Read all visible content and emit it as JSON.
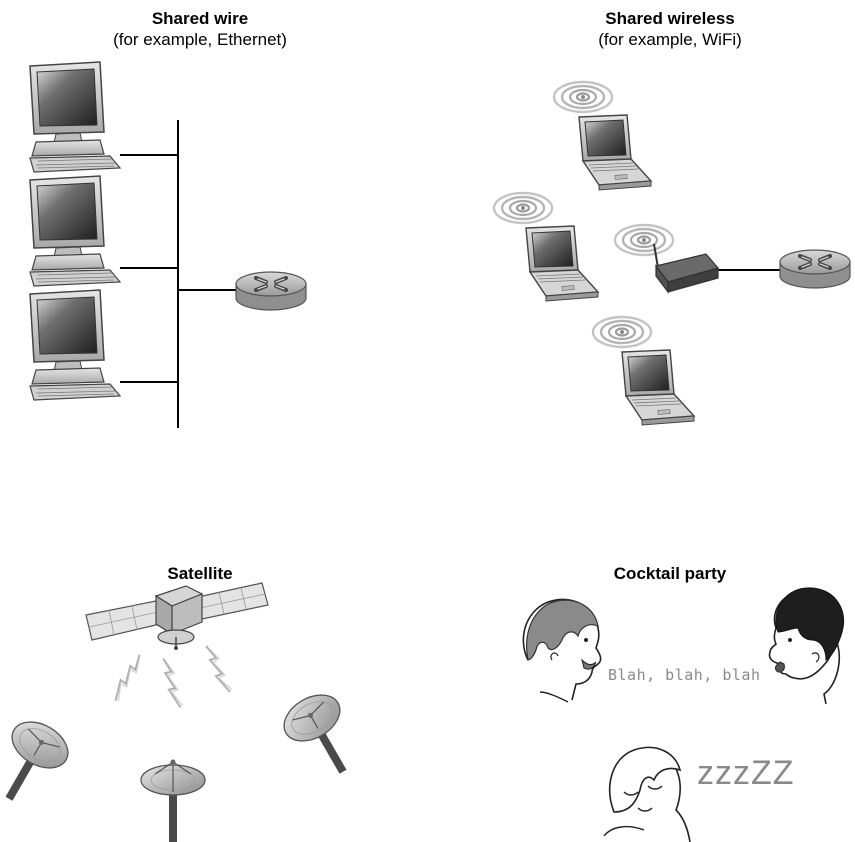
{
  "panels": {
    "wire": {
      "title": "Shared wire",
      "subtitle": "(for example, Ethernet)"
    },
    "wireless": {
      "title": "Shared wireless",
      "subtitle": "(for example, WiFi)"
    },
    "satellite": {
      "title": "Satellite"
    },
    "party": {
      "title": "Cocktail party",
      "speech": "Blah, blah, blah",
      "snore": "zzzZZ"
    }
  },
  "icons": [
    "desktop-computer-icon",
    "router-icon",
    "laptop-icon",
    "wireless-access-point-icon",
    "satellite-icon",
    "satellite-dish-icon",
    "person-icon"
  ]
}
